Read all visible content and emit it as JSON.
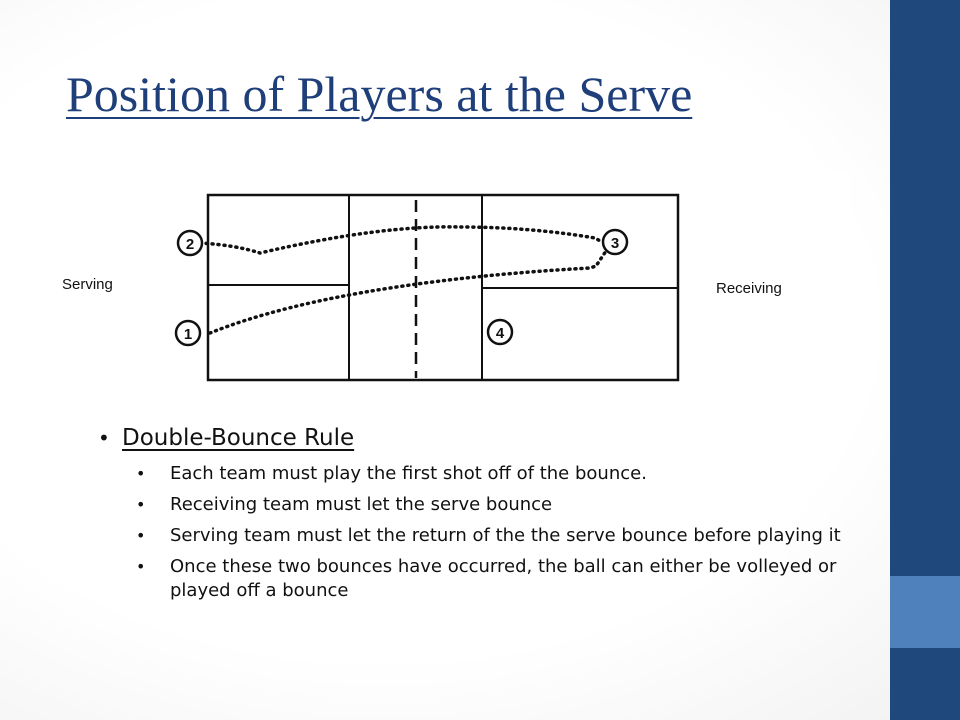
{
  "slide": {
    "title": "Position of Players at the Serve",
    "colors": {
      "title": "#1f3f7a",
      "sidebar_dark": "#1f497d",
      "sidebar_light": "#4f81bd"
    }
  },
  "diagram": {
    "serving_label": "Serving",
    "receiving_label": "Receiving",
    "players": [
      {
        "label": "2"
      },
      {
        "label": "1"
      },
      {
        "label": "3"
      },
      {
        "label": "4"
      }
    ]
  },
  "bullets": {
    "heading": "Double-Bounce  Rule",
    "items": [
      "Each team must play the first shot off of the bounce.",
      "Receiving team must let the serve bounce",
      "Serving team must let the return of the the serve bounce before playing it",
      "Once these two bounces have occurred, the ball can either be volleyed or played off a bounce"
    ]
  }
}
